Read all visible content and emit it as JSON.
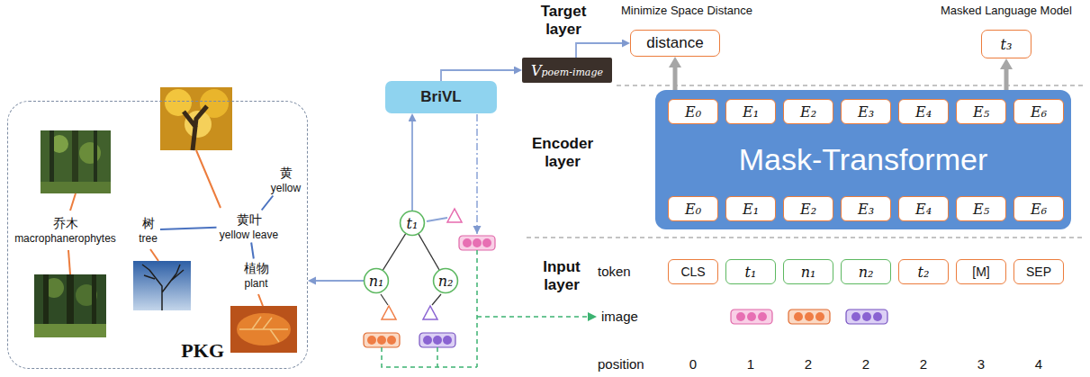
{
  "diagram": {
    "nodes": [
      {
        "text": [
          "PKG"
        ]
      },
      {
        "text": [
          "乔木",
          "macrophanerophytes"
        ],
        "in": 0
      },
      {
        "text": [
          "树",
          "tree"
        ],
        "in": 0
      },
      {
        "text": [
          "黄叶",
          "yellow leave"
        ],
        "in": 0
      },
      {
        "text": [
          "黄",
          "yellow"
        ],
        "in": 0
      },
      {
        "text": [
          "植物",
          "plant"
        ],
        "in": 0
      },
      {
        "text": [
          "BriVL"
        ]
      },
      {
        "text": [
          "t₁"
        ]
      },
      {
        "text": [
          "n₁"
        ]
      },
      {
        "text": [
          "n₂"
        ]
      },
      {
        "text": [
          "Vpoem-image"
        ]
      },
      {
        "text": [
          "distance"
        ]
      },
      {
        "text": [
          "t₃"
        ]
      },
      {
        "text": [
          "Mask-Transformer"
        ]
      },
      {
        "text": [
          "E₀"
        ],
        "in": 13
      },
      {
        "text": [
          "E₁"
        ],
        "in": 13
      },
      {
        "text": [
          "E₂"
        ],
        "in": 13
      },
      {
        "text": [
          "E₃"
        ],
        "in": 13
      },
      {
        "text": [
          "E₄"
        ],
        "in": 13
      },
      {
        "text": [
          "E₅"
        ],
        "in": 13
      },
      {
        "text": [
          "E₆"
        ],
        "in": 13
      },
      {
        "text": [
          "E₀"
        ],
        "in": 13
      },
      {
        "text": [
          "E₁"
        ],
        "in": 13
      },
      {
        "text": [
          "E₂"
        ],
        "in": 13
      },
      {
        "text": [
          "E₃"
        ],
        "in": 13
      },
      {
        "text": [
          "E₄"
        ],
        "in": 13
      },
      {
        "text": [
          "E₅"
        ],
        "in": 13
      },
      {
        "text": [
          "E₆"
        ],
        "in": 13
      },
      {
        "text": [
          "CLS"
        ]
      },
      {
        "text": [
          "t₁"
        ]
      },
      {
        "text": [
          "n₁"
        ]
      },
      {
        "text": [
          "n₂"
        ]
      },
      {
        "text": [
          "t₂"
        ]
      },
      {
        "text": [
          "[M]"
        ]
      },
      {
        "text": [
          "SEP"
        ]
      }
    ],
    "edges": [
      {
        "from": 2,
        "to": 3,
        "arrow": "none"
      },
      {
        "from": 3,
        "to": 4,
        "arrow": "none"
      },
      {
        "from": 3,
        "to": 5,
        "arrow": "none"
      },
      {
        "from": 7,
        "to": 8,
        "arrow": "none"
      },
      {
        "from": 7,
        "to": 9,
        "arrow": "none"
      },
      {
        "from": 7,
        "to": 6,
        "arrow": "to"
      },
      {
        "from": 8,
        "to": 0,
        "arrow": "to"
      },
      {
        "from": 6,
        "to": 10,
        "arrow": "to"
      },
      {
        "from": 10,
        "to": 11,
        "arrow": "to"
      },
      {
        "from": 13,
        "to": 11,
        "arrow": "to"
      },
      {
        "from": 13,
        "to": 12,
        "arrow": "to"
      }
    ],
    "labels": [
      "Target layer",
      "Minimize Space Distance",
      "Masked Language Model",
      "Encoder layer",
      "Input layer",
      "token",
      "image",
      "position",
      "0",
      "1",
      "2",
      "2",
      "2",
      "3",
      "4"
    ]
  }
}
